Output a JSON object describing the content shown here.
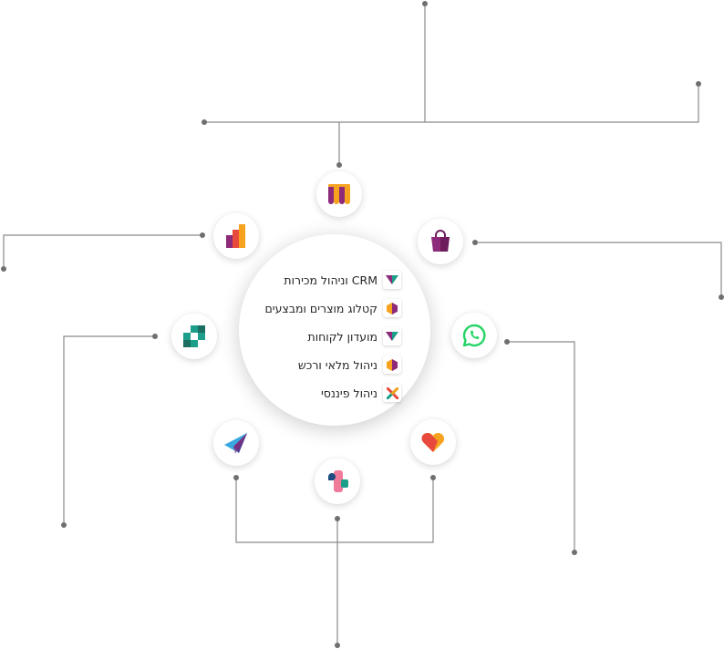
{
  "hub": {
    "items": [
      {
        "label": "CRM וניהול מכירות",
        "icon": "crm-v-icon"
      },
      {
        "label": "קטלוג מוצרים ומבצעים",
        "icon": "catalog-hexagon-icon"
      },
      {
        "label": "מועדון לקוחות",
        "icon": "club-v-icon"
      },
      {
        "label": "ניהול מלאי ורכש",
        "icon": "inventory-hexagon-icon"
      },
      {
        "label": "ניהול פיננסי",
        "icon": "finance-x-icon"
      }
    ]
  },
  "apps": [
    {
      "name": "storefront-awning",
      "icon": "storefront-icon"
    },
    {
      "name": "shopping-bag",
      "icon": "shopping-bag-icon"
    },
    {
      "name": "whatsapp",
      "icon": "whatsapp-icon",
      "color": "#25D366"
    },
    {
      "name": "heart-app",
      "icon": "heart-icon"
    },
    {
      "name": "chat-shapes",
      "icon": "chat-shapes-icon"
    },
    {
      "name": "paper-plane",
      "icon": "paper-plane-icon"
    },
    {
      "name": "medical-cross",
      "icon": "medical-cross-icon"
    },
    {
      "name": "bar-chart",
      "icon": "bar-chart-icon"
    }
  ],
  "colors": {
    "line": "#7a7a7a",
    "dot": "#6f6f6f",
    "text": "#262626",
    "purple": "#8e2a7a",
    "orange": "#f6a21e",
    "red": "#e8493d",
    "teal": "#1d9e8a",
    "pink": "#f07a9a",
    "blue": "#3aa8e0",
    "green": "#25D366"
  }
}
